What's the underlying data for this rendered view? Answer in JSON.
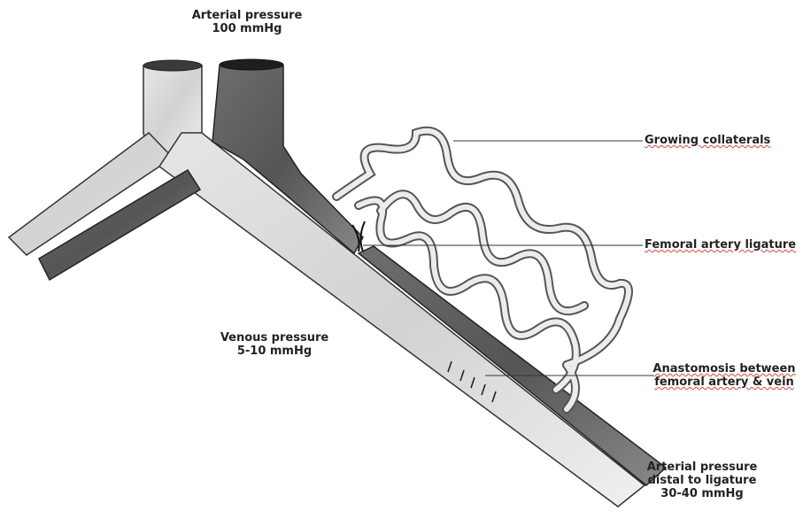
{
  "labels": {
    "arterial_pressure_top": {
      "line1": "Arterial pressure",
      "line2": "100 mmHg"
    },
    "venous_pressure": {
      "line1": "Venous pressure",
      "line2": "5-10 mmHg"
    },
    "growing_collaterals": "Growing collaterals",
    "femoral_artery_ligature": "Femoral artery ligature",
    "anastomosis": {
      "line1": "Anastomosis between",
      "line2": "femoral artery & vein"
    },
    "arterial_pressure_distal": {
      "line1": "Arterial pressure",
      "line2": "distal to ligature",
      "line3": "30-40 mmHg"
    }
  }
}
